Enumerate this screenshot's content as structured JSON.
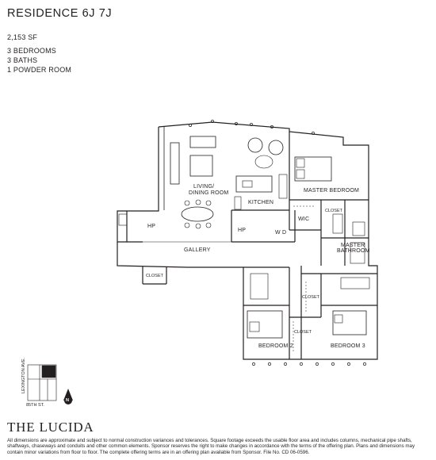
{
  "residence": {
    "title": "RESIDENCE 6J 7J",
    "area": "2,153 SF",
    "rooms": [
      "3 BEDROOMS",
      "3 BATHS",
      "1 POWDER ROOM"
    ]
  },
  "plan_labels": {
    "living": "LIVING/",
    "dining": "DINING ROOM",
    "kitchen": "KITCHEN",
    "master_bedroom": "MASTER BEDROOM",
    "wic": "WIC",
    "closet_master": "CLOSET",
    "master_bath_1": "MASTER",
    "master_bath_2": "BATHROOM",
    "hp_left": "HP",
    "hp_kitchen": "HP",
    "washer_dryer": "W  D",
    "gallery": "GALLERY",
    "closet_gallery": "CLOSET",
    "closet_hall": "CLOSET",
    "closet_bed2": "CLOSET",
    "bedroom2": "BEDROOM 2",
    "bedroom3": "BEDROOM 3"
  },
  "keyplan": {
    "avenue": "LEXINGTON AVE.",
    "street": "85TH ST.",
    "north": "N"
  },
  "brand": "THE LUCIDA",
  "disclaimer": "All dimensions are approximate and subject to normal construction variances and tolerances. Square footage exceeds the usable floor area and includes columns, mechanical pipe shafts, shaftways, chaseways and conduits and other common elements. Sponsor reserves the right to make changes in accordance with the terms of the offering plan. Plans and dimensions may contain minor variations from floor to floor. The complete offering terms are in an offering plan available from Sponsor. File No. CD 06-0596."
}
